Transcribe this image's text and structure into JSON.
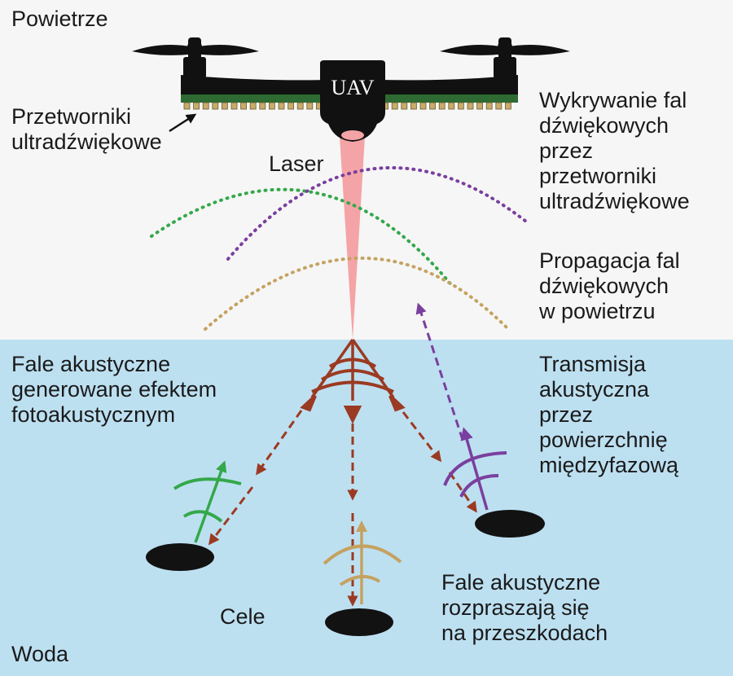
{
  "labels": {
    "air": "Powietrze",
    "water": "Woda",
    "uav": "UAV",
    "laser": "Laser",
    "transducers": [
      "Przetworniki",
      "ultradźwiękowe"
    ],
    "detection": [
      "Wykrywanie fal",
      "dźwiękowych",
      "przez",
      "przetworniki",
      "ultradźwiękowe"
    ],
    "propagation": [
      "Propagacja fal",
      "dźwiękowych",
      "w powietrzu"
    ],
    "photoacoustic": [
      "Fale akustyczne",
      "generowane efektem",
      "fotoakustycznym"
    ],
    "transmission": [
      "Transmisja",
      "akustyczna",
      "przez",
      "powierzchnię",
      "międzyfazową"
    ],
    "targets": "Cele",
    "scattering": [
      "Fale akustyczne",
      "rozpraszają się",
      "na przeszkodach"
    ]
  },
  "colors": {
    "air_bg": "#f6f6f6",
    "water_bg": "#bde0f1",
    "laser": "#f4a4a6",
    "drone_body": "#111111",
    "drone_strip": "#2d6b33",
    "transducer": "#c8aa6a",
    "wave_green": "#34a84a",
    "wave_purple": "#7a3f9e",
    "wave_tan": "#c5a260",
    "wave_brown": "#9b3a22",
    "target": "#121212"
  }
}
